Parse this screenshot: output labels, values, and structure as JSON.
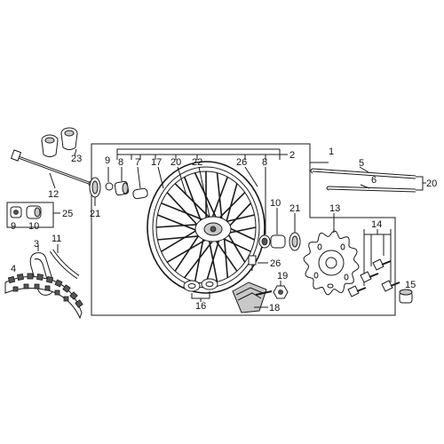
{
  "diagram": {
    "callouts": [
      {
        "id": "c1",
        "text": "1"
      },
      {
        "id": "c2",
        "text": "2"
      },
      {
        "id": "c3",
        "text": "3"
      },
      {
        "id": "c4",
        "text": "4"
      },
      {
        "id": "c5",
        "text": "5"
      },
      {
        "id": "c6",
        "text": "6"
      },
      {
        "id": "c7",
        "text": "7"
      },
      {
        "id": "c8a",
        "text": "8"
      },
      {
        "id": "c8b",
        "text": "8"
      },
      {
        "id": "c9a",
        "text": "9"
      },
      {
        "id": "c9b",
        "text": "9"
      },
      {
        "id": "c10a",
        "text": "10"
      },
      {
        "id": "c10b",
        "text": "10"
      },
      {
        "id": "c11",
        "text": "11"
      },
      {
        "id": "c12",
        "text": "12"
      },
      {
        "id": "c13",
        "text": "13"
      },
      {
        "id": "c14",
        "text": "14"
      },
      {
        "id": "c15",
        "text": "15"
      },
      {
        "id": "c16",
        "text": "16"
      },
      {
        "id": "c17",
        "text": "17"
      },
      {
        "id": "c18",
        "text": "18"
      },
      {
        "id": "c19",
        "text": "19"
      },
      {
        "id": "c20a",
        "text": "20"
      },
      {
        "id": "c20b",
        "text": "20"
      },
      {
        "id": "c21a",
        "text": "21"
      },
      {
        "id": "c21b",
        "text": "21"
      },
      {
        "id": "c22",
        "text": "22"
      },
      {
        "id": "c23",
        "text": "23"
      },
      {
        "id": "c25",
        "text": "25"
      },
      {
        "id": "c26a",
        "text": "26"
      },
      {
        "id": "c26b",
        "text": "26"
      }
    ]
  },
  "colors": {
    "line": "#1a1a1a",
    "background": "#ffffff",
    "shade": "#c8c8c8"
  }
}
